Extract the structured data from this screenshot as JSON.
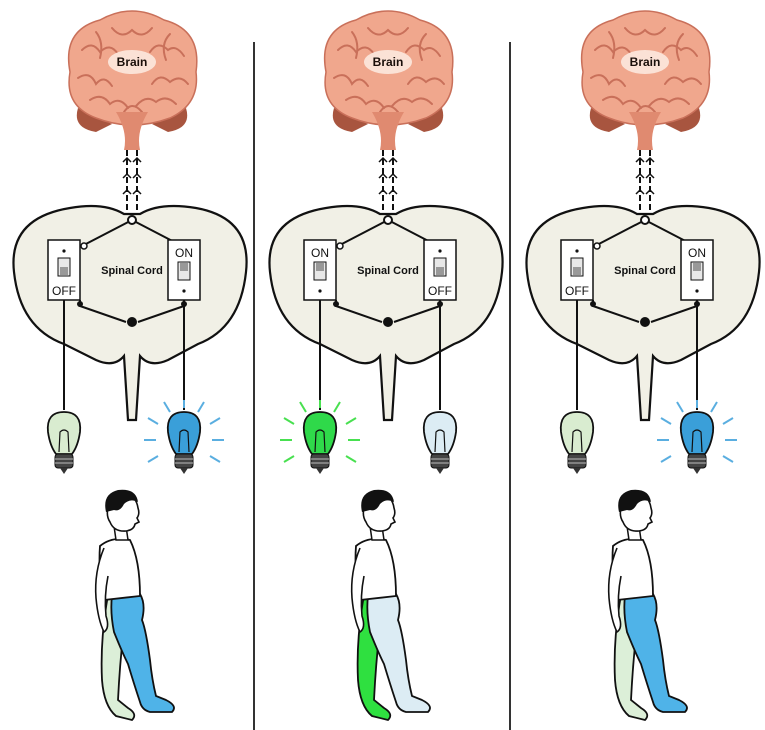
{
  "panels": [
    {
      "brain_label": "Brain",
      "cord_label": "Spinal Cord",
      "left_switch": {
        "state": "OFF"
      },
      "right_switch": {
        "state": "ON"
      },
      "left_bulb": {
        "lit": false,
        "color": "#d9ecd0"
      },
      "right_bulb": {
        "lit": true,
        "color": "#3a9fd9"
      },
      "near_leg_color": "#4fb3e8",
      "far_leg_color": "#dcefd8"
    },
    {
      "brain_label": "Brain",
      "cord_label": "Spinal Cord",
      "left_switch": {
        "state": "ON"
      },
      "right_switch": {
        "state": "OFF"
      },
      "left_bulb": {
        "lit": true,
        "color": "#2fd94a"
      },
      "right_bulb": {
        "lit": false,
        "color": "#dcecf4"
      },
      "near_leg_color": "#dcecf4",
      "far_leg_color": "#2fe040"
    },
    {
      "brain_label": "Brain",
      "cord_label": "Spinal Cord",
      "left_switch": {
        "state": "OFF"
      },
      "right_switch": {
        "state": "ON"
      },
      "left_bulb": {
        "lit": false,
        "color": "#d9ecd0"
      },
      "right_bulb": {
        "lit": true,
        "color": "#3a9fd9"
      },
      "near_leg_color": "#4fb3e8",
      "far_leg_color": "#dcefd8"
    }
  ],
  "colors": {
    "brain_fill": "#f0a78d",
    "brain_folds": "#c9705a",
    "brain_shadow": "#a8553f",
    "cord_fill": "#f1f0e6",
    "line": "#111111",
    "divider": "#333333",
    "glow_green": "#48e050",
    "glow_blue": "#5aaee0"
  }
}
